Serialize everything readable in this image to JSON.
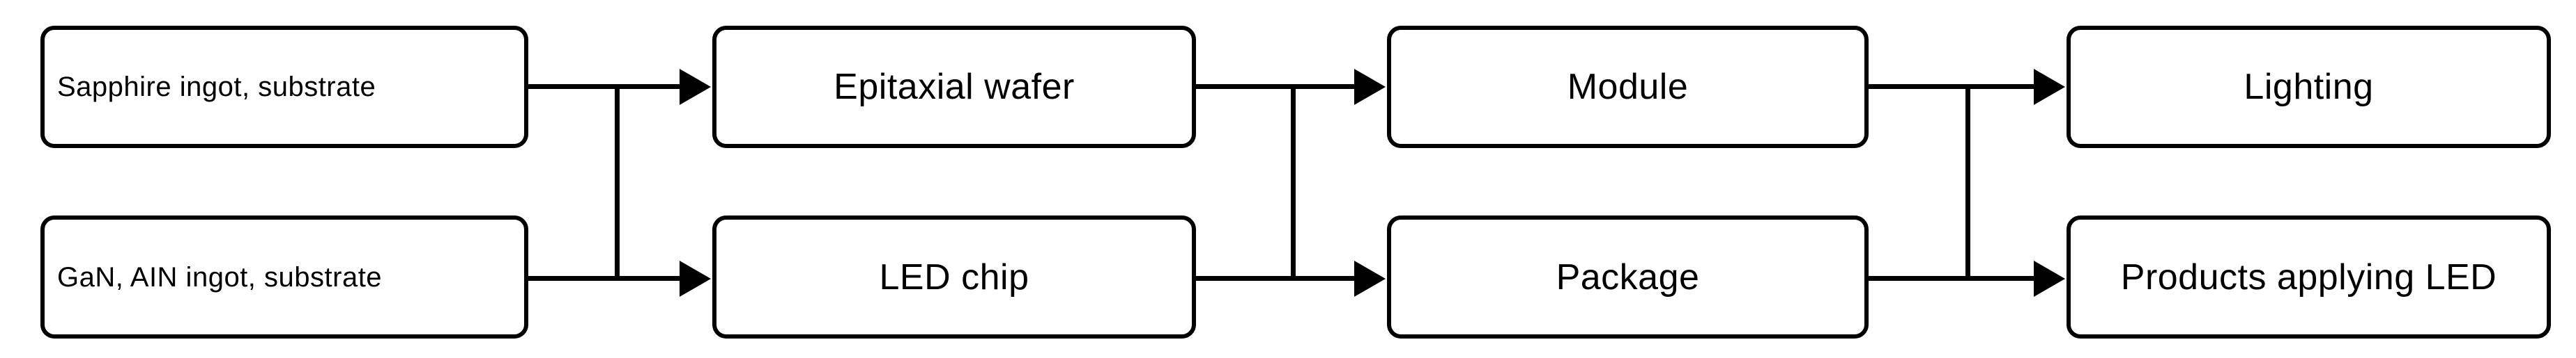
{
  "diagram": {
    "title": "LED industry value chain flow diagram",
    "colors": {
      "background": "#ffffff",
      "box_fill": "#ffffff",
      "box_border": "#000000",
      "text": "#000000",
      "connector": "#000000"
    },
    "nodes": [
      {
        "id": "sapphire-ingot-substrate",
        "label": "Sapphire ingot, substrate",
        "column": 1,
        "row": 1
      },
      {
        "id": "gan-aln-ingot-substrate",
        "label": "GaN, AIN ingot, substrate",
        "column": 1,
        "row": 2
      },
      {
        "id": "epitaxial-wafer",
        "label": "Epitaxial  wafer",
        "column": 2,
        "row": 1
      },
      {
        "id": "led-chip",
        "label": "LED chip",
        "column": 2,
        "row": 2
      },
      {
        "id": "module",
        "label": "Module",
        "column": 3,
        "row": 1
      },
      {
        "id": "package",
        "label": "Package",
        "column": 3,
        "row": 2
      },
      {
        "id": "lighting",
        "label": "Lighting",
        "column": 4,
        "row": 1
      },
      {
        "id": "products-applying-led",
        "label": "Products applying LED",
        "column": 4,
        "row": 2
      }
    ],
    "edges": [
      {
        "from": "sapphire-ingot-substrate",
        "to": "epitaxial-wafer",
        "kind": "straight-arrow"
      },
      {
        "from": "sapphire-ingot-substrate",
        "to": "led-chip",
        "kind": "branch-down-arrow"
      },
      {
        "from": "gan-aln-ingot-substrate",
        "to": "led-chip",
        "kind": "straight-arrow"
      },
      {
        "from": "epitaxial-wafer",
        "to": "module",
        "kind": "straight-arrow"
      },
      {
        "from": "epitaxial-wafer",
        "to": "package",
        "kind": "branch-down-arrow"
      },
      {
        "from": "led-chip",
        "to": "package",
        "kind": "straight-arrow"
      },
      {
        "from": "module",
        "to": "lighting",
        "kind": "straight-arrow"
      },
      {
        "from": "module",
        "to": "products-applying-led",
        "kind": "branch-down-arrow"
      },
      {
        "from": "package",
        "to": "products-applying-led",
        "kind": "straight-arrow"
      }
    ]
  }
}
